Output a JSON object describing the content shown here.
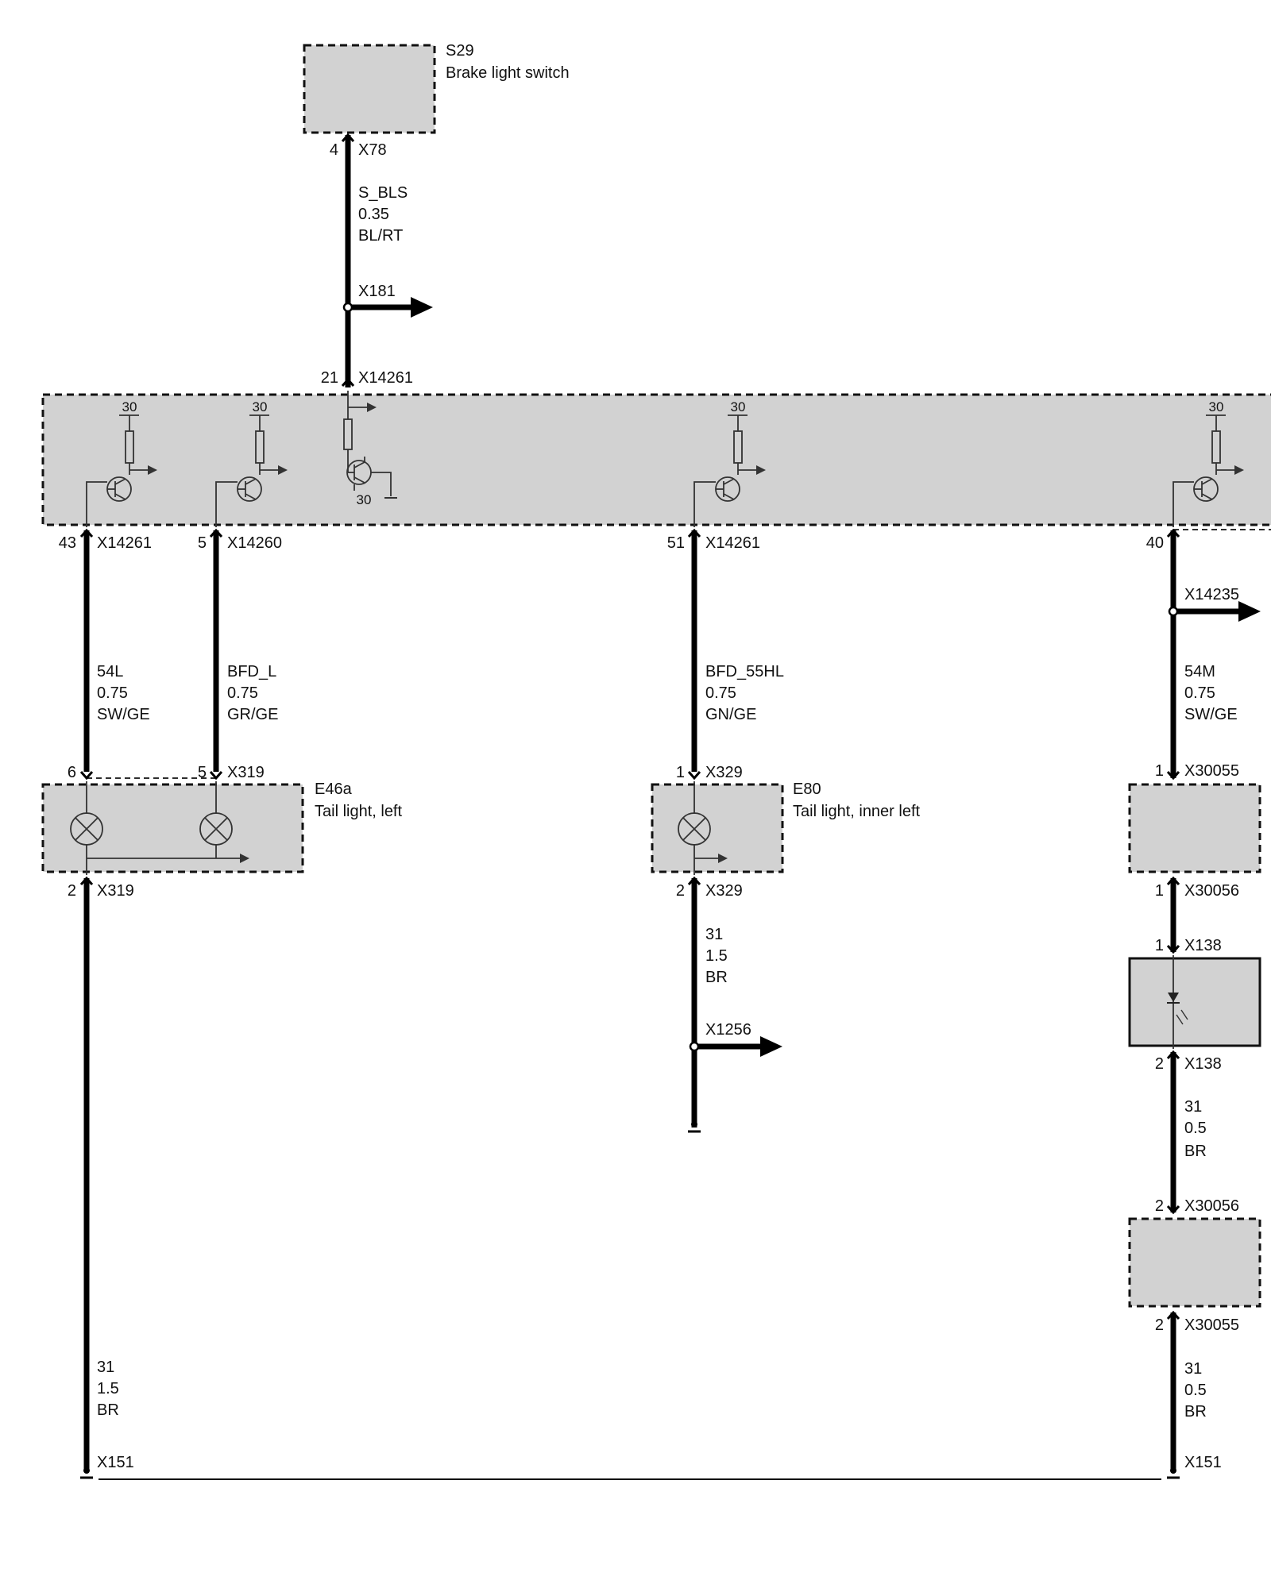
{
  "components": {
    "s29": {
      "id": "S29",
      "name": "Brake light switch"
    },
    "e46a": {
      "id": "E46a",
      "name": "Tail light, left"
    },
    "e80": {
      "id": "E80",
      "name": "Tail light, inner left"
    }
  },
  "module_supply_labels": [
    "30",
    "30",
    "30",
    "30"
  ],
  "module_ground_label": "30",
  "pins": {
    "p_s29_pin": "4",
    "p_s29_conn": "X78",
    "p_in_pin": "21",
    "p_in_conn": "X14261",
    "p_a_pin": "43",
    "p_a_conn": "X14261",
    "p_b_pin": "5",
    "p_b_conn": "X14260",
    "p_c_pin": "51",
    "p_c_conn": "X14261",
    "p_d_pin": "40",
    "p_e46_a_pin": "6",
    "p_e46_b_pin": "5",
    "p_e46_b_conn": "X319",
    "p_e46_out_pin": "2",
    "p_e46_out_conn": "X319",
    "p_e80_in_pin": "1",
    "p_e80_in_conn": "X329",
    "p_e80_out_pin": "2",
    "p_e80_out_conn": "X329",
    "p_r1_pin": "1",
    "p_r1_conn": "X30055",
    "p_r2_pin": "1",
    "p_r2_conn": "X30056",
    "p_r3_pin": "1",
    "p_r3_conn": "X138",
    "p_r4_pin": "2",
    "p_r4_conn": "X138",
    "p_r5_pin": "2",
    "p_r5_conn": "X30056",
    "p_r6_pin": "2",
    "p_r6_conn": "X30055"
  },
  "splices": {
    "x181": "X181",
    "x14235": "X14235",
    "x1256": "X1256"
  },
  "grounds": {
    "g1": "X151",
    "g2": "X151"
  },
  "wires": {
    "w_sbls": {
      "signal": "S_BLS",
      "gauge": "0.35",
      "color": "BL/RT"
    },
    "w_54l": {
      "signal": "54L",
      "gauge": "0.75",
      "color": "SW/GE"
    },
    "w_bfdl": {
      "signal": "BFD_L",
      "gauge": "0.75",
      "color": "GR/GE"
    },
    "w_bfd55": {
      "signal": "BFD_55HL",
      "gauge": "0.75",
      "color": "GN/GE"
    },
    "w_54m": {
      "signal": "54M",
      "gauge": "0.75",
      "color": "SW/GE"
    },
    "w_31a": {
      "signal": "31",
      "gauge": "1.5",
      "color": "BR"
    },
    "w_31b": {
      "signal": "31",
      "gauge": "0.5",
      "color": "BR"
    },
    "w_31c": {
      "signal": "31",
      "gauge": "0.5",
      "color": "BR"
    },
    "w_31d": {
      "signal": "31",
      "gauge": "1.5",
      "color": "BR"
    }
  }
}
